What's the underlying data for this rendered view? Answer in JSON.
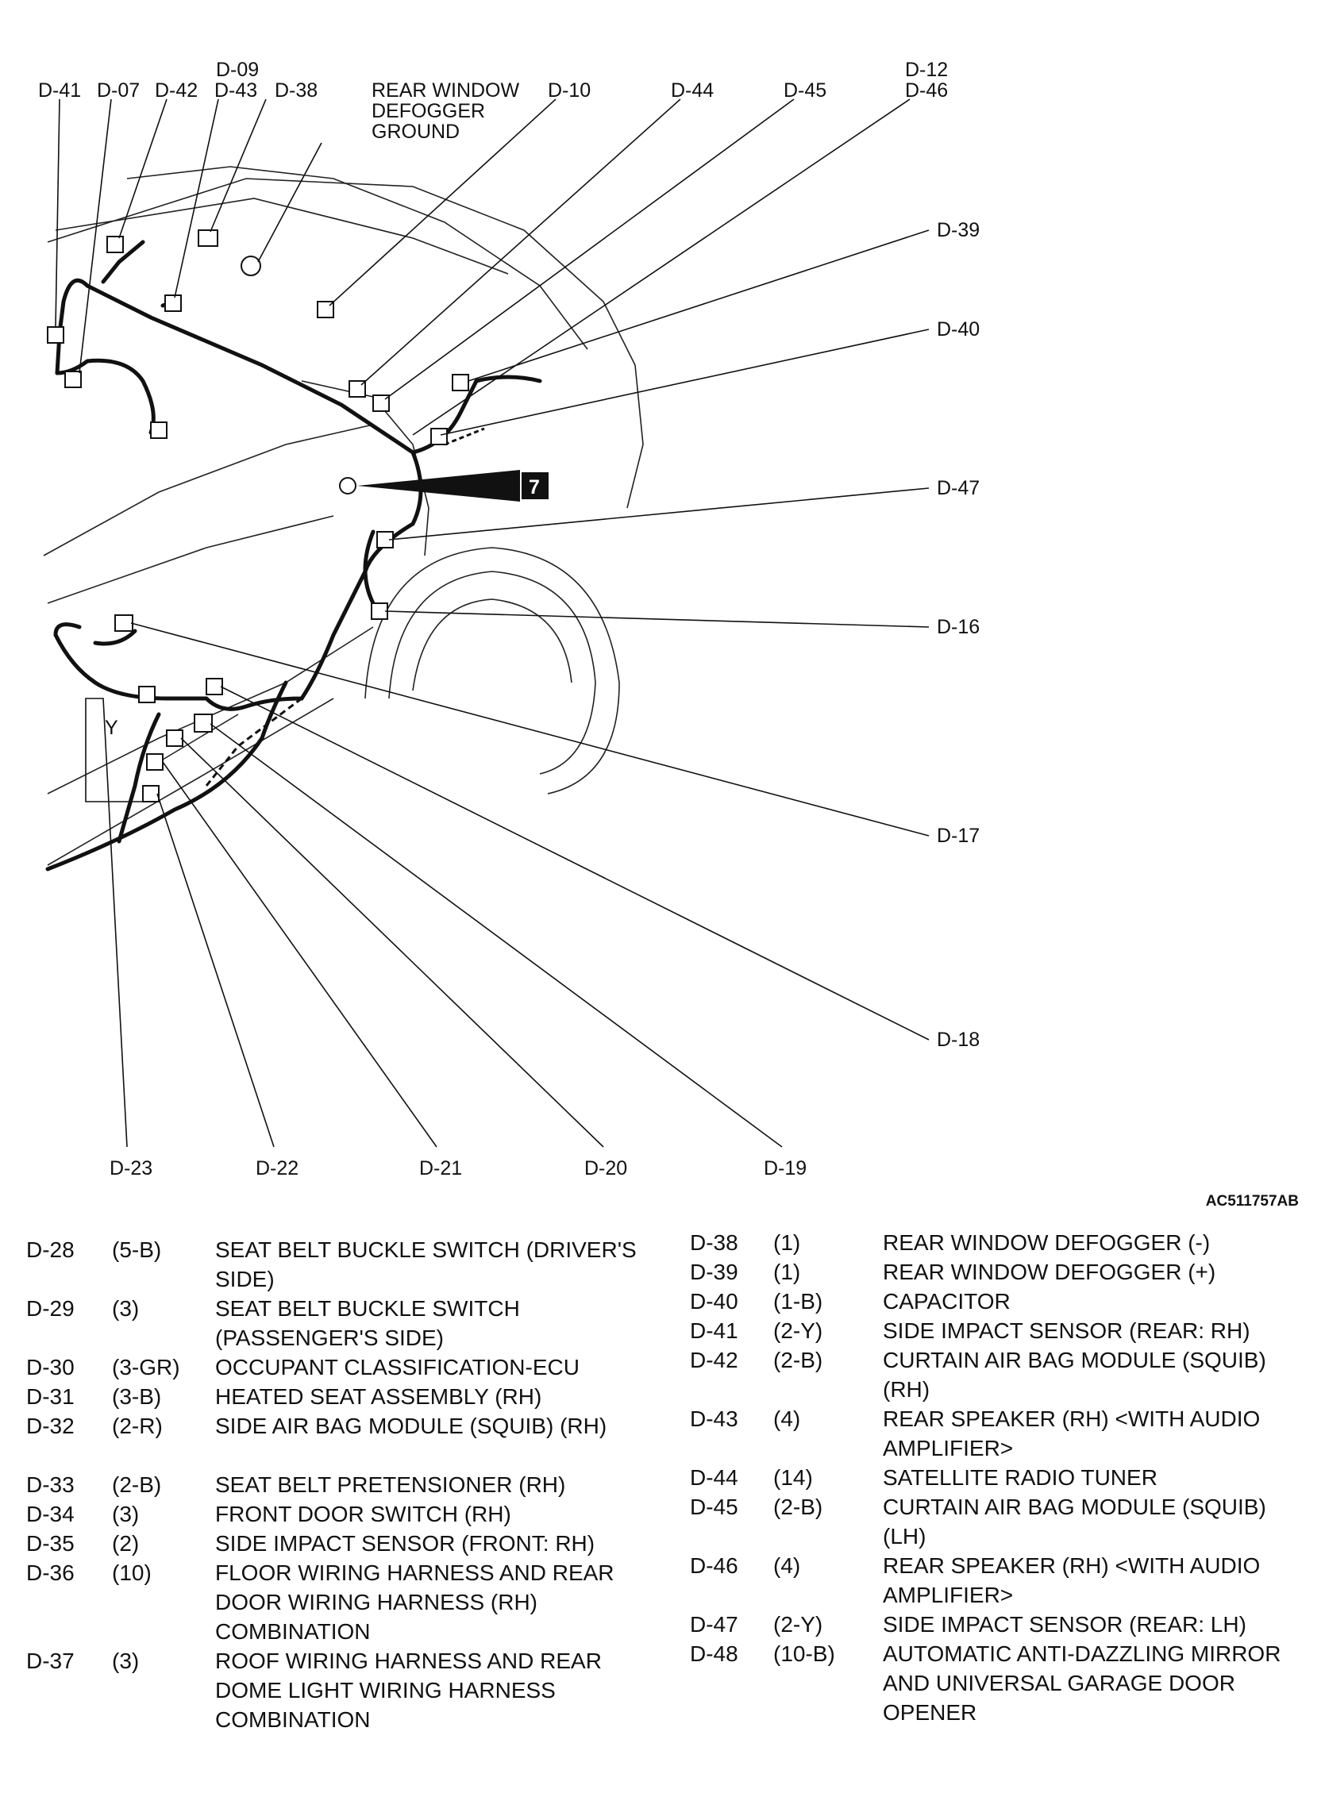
{
  "callouts": {
    "d41": "D-41",
    "d07": "D-07",
    "d42": "D-42",
    "d09": "D-09",
    "d43": "D-43",
    "d38": "D-38",
    "rear_window_1": "REAR WINDOW",
    "rear_window_2": "DEFOGGER",
    "rear_window_3": "GROUND",
    "d10": "D-10",
    "d44": "D-44",
    "d45": "D-45",
    "d12": "D-12",
    "d46": "D-46",
    "d39": "D-39",
    "d40": "D-40",
    "d47": "D-47",
    "d16": "D-16",
    "d17": "D-17",
    "d18": "D-18",
    "d23": "D-23",
    "d22": "D-22",
    "d21": "D-21",
    "d20": "D-20",
    "d19": "D-19",
    "y": "Y",
    "ground_number": "7"
  },
  "figure_id": "AC511757AB",
  "legend_left": [
    {
      "code": "D-28",
      "pins": "(5-B)",
      "desc": "SEAT BELT BUCKLE SWITCH (DRIVER'S SIDE)"
    },
    {
      "code": "D-29",
      "pins": "(3)",
      "desc": "SEAT BELT BUCKLE SWITCH (PASSENGER'S SIDE)"
    },
    {
      "code": "D-30",
      "pins": "(3-GR)",
      "desc": "OCCUPANT CLASSIFICATION-ECU"
    },
    {
      "code": "D-31",
      "pins": "(3-B)",
      "desc": "HEATED SEAT ASSEMBLY (RH)"
    },
    {
      "code": "D-32",
      "pins": "(2-R)",
      "desc": "SIDE AIR BAG MODULE (SQUIB) (RH)"
    },
    {
      "code": "D-33",
      "pins": "(2-B)",
      "desc": "SEAT BELT PRETENSIONER (RH)"
    },
    {
      "code": "D-34",
      "pins": "(3)",
      "desc": "FRONT DOOR SWITCH (RH)"
    },
    {
      "code": "D-35",
      "pins": "(2)",
      "desc": "SIDE IMPACT SENSOR (FRONT: RH)"
    },
    {
      "code": "D-36",
      "pins": "(10)",
      "desc": "FLOOR WIRING HARNESS AND REAR DOOR WIRING HARNESS (RH) COMBINATION"
    },
    {
      "code": "D-37",
      "pins": "(3)",
      "desc": "ROOF WIRING HARNESS AND REAR DOME LIGHT WIRING HARNESS COMBINATION"
    }
  ],
  "legend_right": [
    {
      "code": "D-38",
      "pins": "(1)",
      "desc": "REAR WINDOW DEFOGGER (-)"
    },
    {
      "code": "D-39",
      "pins": "(1)",
      "desc": "REAR WINDOW DEFOGGER (+)"
    },
    {
      "code": "D-40",
      "pins": "(1-B)",
      "desc": "CAPACITOR"
    },
    {
      "code": "D-41",
      "pins": "(2-Y)",
      "desc": "SIDE IMPACT SENSOR (REAR: RH)"
    },
    {
      "code": "D-42",
      "pins": "(2-B)",
      "desc": "CURTAIN AIR BAG MODULE (SQUIB) (RH)"
    },
    {
      "code": "D-43",
      "pins": "(4)",
      "desc": "REAR SPEAKER (RH) <WITH AUDIO AMPLIFIER>"
    },
    {
      "code": "D-44",
      "pins": "(14)",
      "desc": "SATELLITE RADIO TUNER"
    },
    {
      "code": "D-45",
      "pins": "(2-B)",
      "desc": "CURTAIN AIR BAG MODULE (SQUIB) (LH)"
    },
    {
      "code": "D-46",
      "pins": "(4)",
      "desc": "REAR SPEAKER (RH) <WITH AUDIO AMPLIFIER>"
    },
    {
      "code": "D-47",
      "pins": "(2-Y)",
      "desc": "SIDE IMPACT SENSOR (REAR: LH)"
    },
    {
      "code": "D-48",
      "pins": "(10-B)",
      "desc": "AUTOMATIC ANTI-DAZZLING MIRROR AND UNIVERSAL GARAGE DOOR OPENER"
    }
  ]
}
